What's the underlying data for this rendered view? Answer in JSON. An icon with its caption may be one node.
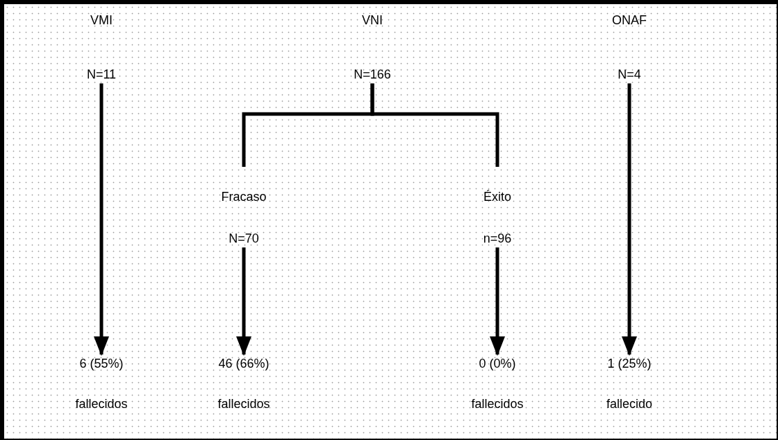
{
  "diagram": {
    "nodes": [
      {
        "text": [
          "VMI",
          "N=11"
        ]
      },
      {
        "text": [
          "VNI",
          "N=166"
        ]
      },
      {
        "text": [
          "ONAF",
          "N=4"
        ]
      },
      {
        "text": [
          "Fracaso",
          "N=70"
        ]
      },
      {
        "text": [
          "Éxito",
          "n=96"
        ]
      },
      {
        "text": [
          "6 (55%)",
          "fallecidos"
        ]
      },
      {
        "text": [
          "46 (66%)",
          "fallecidos"
        ]
      },
      {
        "text": [
          "0 (0%)",
          "fallecidos"
        ]
      },
      {
        "text": [
          "1 (25%)",
          "fallecido"
        ]
      }
    ],
    "edges": [
      {
        "from": 0,
        "to": 5,
        "arrow": "to"
      },
      {
        "from": 1,
        "to": 3,
        "arrow": "none"
      },
      {
        "from": 1,
        "to": 4,
        "arrow": "none"
      },
      {
        "from": 3,
        "to": 6,
        "arrow": "to"
      },
      {
        "from": 4,
        "to": 7,
        "arrow": "to"
      },
      {
        "from": 2,
        "to": 8,
        "arrow": "to"
      }
    ]
  }
}
